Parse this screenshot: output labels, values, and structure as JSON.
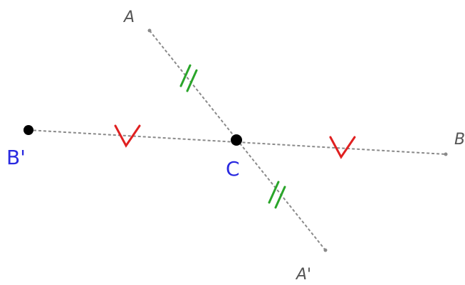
{
  "points": {
    "A": {
      "label": "A",
      "color": "#555555"
    },
    "A_prime": {
      "label": "A'",
      "color": "#555555"
    },
    "B": {
      "label": "B",
      "color": "#555555"
    },
    "B_prime": {
      "label": "B'",
      "color": "#2a2ae0"
    },
    "C": {
      "label": "C",
      "color": "#2a2ae0"
    }
  },
  "marks": {
    "equal_AC_CA_prime": {
      "style": "double-tick",
      "color": "#2aa52a"
    },
    "equal_BC_CB_prime": {
      "style": "v-mark",
      "color": "#e02020"
    }
  },
  "segment_color": "#8a8a8a"
}
